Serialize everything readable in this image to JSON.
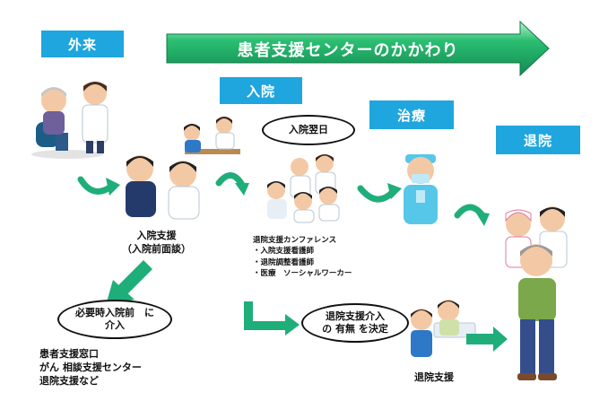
{
  "banner": {
    "title": "患者支援センターのかかわり"
  },
  "stages": {
    "outpatient": "外来",
    "admission": "入院",
    "treatment": "治療",
    "discharge": "退院"
  },
  "bubbles": {
    "day_after": "入院翌日",
    "pre_intervention_line1": "必要時入院前　に",
    "pre_intervention_line2": "介入",
    "discharge_decision_line1": "退院支援介入",
    "discharge_decision_line2": "の 有無 を決定"
  },
  "labels": {
    "admission_support_line1": "入院支援",
    "admission_support_line2": "（入院前面談）",
    "conference_title": "退院支援カンファレンス",
    "conference_items": [
      "・入院支援看護師",
      "・退院調整看護師",
      "・医療　ソーシャルワーカー"
    ],
    "desk_items": [
      "患者支援窓口",
      "がん 相談支援センター",
      "退院支援など"
    ],
    "discharge_support": "退院支援"
  },
  "colors": {
    "stage_blue": "#1fa6de",
    "arrow_green": "#1fae79",
    "banner_green": "#19a86a"
  }
}
